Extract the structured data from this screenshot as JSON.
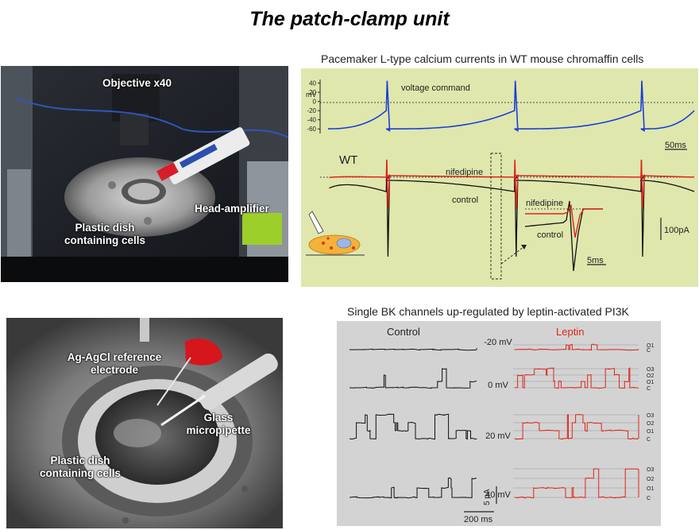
{
  "slide": {
    "title": "The patch-clamp unit"
  },
  "photos": {
    "top": {
      "objective": "Objective x40",
      "head_amplifier": "Head-amplifier",
      "dish": "Plastic dish\ncontaining cells"
    },
    "bottom": {
      "reference": "Ag-AgCl reference\nelectrode",
      "pipette": "Glass\nmicropipette",
      "dish": "Plastic dish\ncontaining cells"
    }
  },
  "colors": {
    "command_trace": "#1a3fd6",
    "nifedipine_trace": "#e0241b",
    "control_trace": "#111111",
    "leptin_trace": "#e0241b",
    "calcium_panel_bg": "#dfe7ad",
    "bk_panel_bg": "#d3d3d3"
  },
  "chart_data": [
    {
      "type": "line",
      "title": "Pacemaker L-type calcium currents in WT mouse chromaffin cells",
      "voltage_panel": {
        "ylabel": "mV",
        "yticks": [
          40,
          20,
          0,
          -20,
          -40,
          -60
        ],
        "ylim": [
          -70,
          48
        ],
        "label": "voltage command",
        "scale_bar": "50ms",
        "spike_times_ms": [
          70,
          224,
          376
        ],
        "baseline_mv": -60,
        "peak_mv": 45
      },
      "current_panel": {
        "genotype": "WT",
        "series": [
          {
            "name": "nifedipine"
          },
          {
            "name": "control"
          }
        ],
        "inset_scale": "5ms",
        "current_scale": "100pA"
      }
    },
    {
      "type": "line",
      "title": "Single BK channels up-regulated by leptin-activated PI3K",
      "columns": [
        "Control",
        "Leptin"
      ],
      "voltages": [
        "-20 mV",
        "0 mV",
        "20 mV",
        "40 mV"
      ],
      "open_levels_per_row": [
        {
          "leptin": [
            "O1",
            "C"
          ],
          "control_open_fraction": 0.05,
          "leptin_open_fraction": 0.1
        },
        {
          "leptin": [
            "O3",
            "O2",
            "O1",
            "C"
          ],
          "control_open_fraction": 0.3,
          "leptin_open_fraction": 0.45
        },
        {
          "leptin": [
            "O3",
            "O2",
            "O1",
            "C"
          ],
          "control_open_fraction": 0.55,
          "leptin_open_fraction": 0.7
        },
        {
          "leptin": [
            "O3",
            "O2",
            "O1",
            "C"
          ],
          "control_open_fraction": 0.45,
          "leptin_open_fraction": 0.6
        }
      ],
      "amp_scale": "5 pA",
      "time_scale": "200 ms"
    }
  ]
}
